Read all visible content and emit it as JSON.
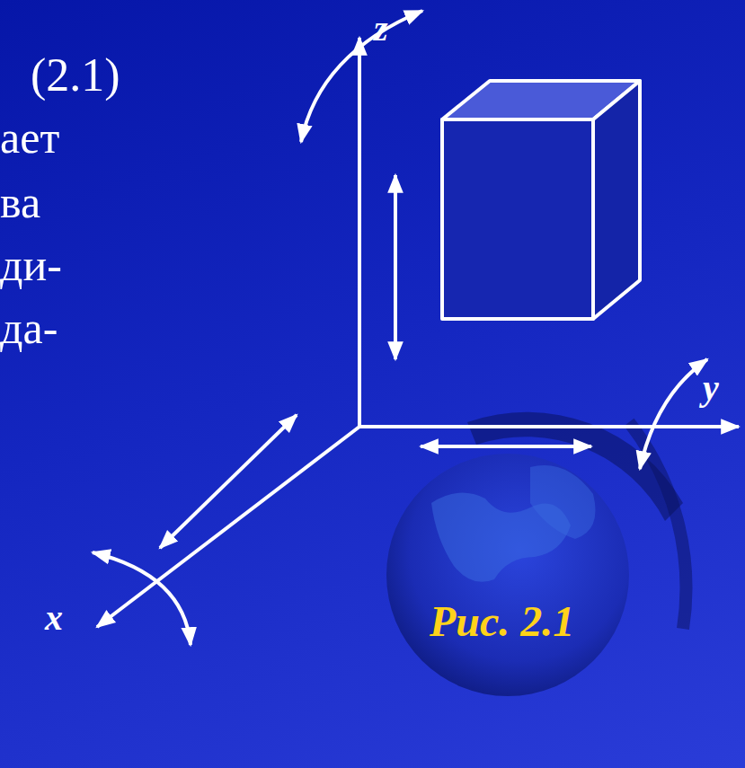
{
  "diagram": {
    "labels": [
      "(2.1)",
      "ает",
      "ва",
      "ди-",
      "да-",
      "z",
      "y",
      "x",
      "Рис. 2.1"
    ]
  }
}
